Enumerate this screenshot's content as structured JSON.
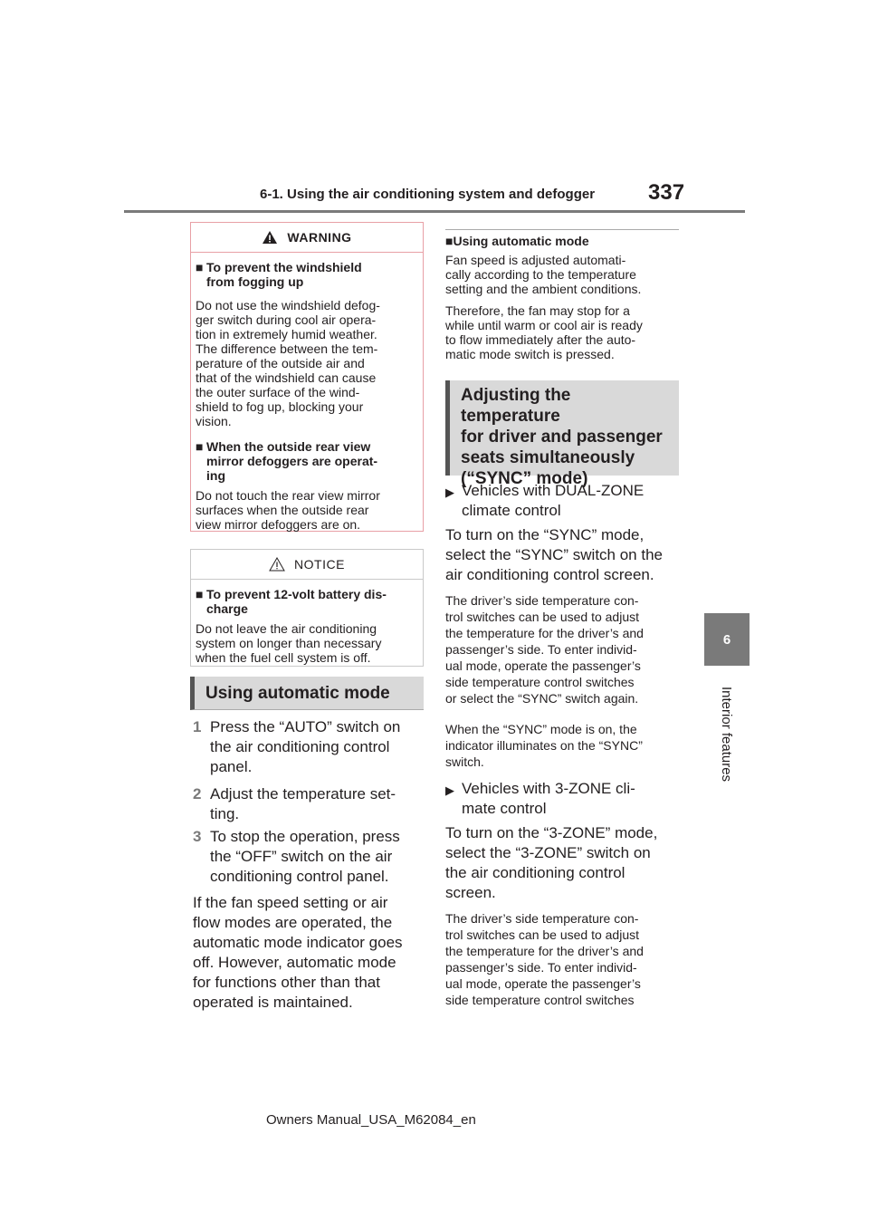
{
  "header": {
    "section_title": "6-1. Using the air conditioning system and defogger",
    "page_number": "337"
  },
  "side_tab": {
    "chapter_number": "6",
    "chapter_title": "Interior features"
  },
  "warning": {
    "title": "WARNING",
    "items": [
      {
        "heading": "To prevent the windshield from fogging up",
        "heading_lines": [
          "To prevent the windshield",
          "from fogging up"
        ],
        "body_lines": [
          "Do not use the windshield defog-",
          "ger switch during cool air opera-",
          "tion in extremely humid weather.",
          "The difference between the tem-",
          "perature of the outside air and",
          "that of the windshield can cause",
          "the outer surface of the wind-",
          "shield to fog up, blocking your",
          "vision."
        ]
      },
      {
        "heading": "When the outside rear view mirror defoggers are operating",
        "heading_lines": [
          "When the outside rear view",
          "mirror defoggers are operat-",
          "ing"
        ],
        "body_lines": [
          "Do not touch the rear view mirror",
          "surfaces when the outside rear",
          "view mirror defoggers are on."
        ]
      }
    ]
  },
  "notice": {
    "title": "NOTICE",
    "heading_lines": [
      "To prevent 12-volt battery dis-",
      "charge"
    ],
    "body_lines": [
      "Do not leave the air conditioning",
      "system on longer than necessary",
      "when the fuel cell system is off."
    ]
  },
  "section_auto": {
    "title": "Using automatic mode",
    "steps": [
      {
        "num": "1",
        "lines": [
          "Press the “AUTO” switch on",
          "the air conditioning control",
          "panel."
        ]
      },
      {
        "num": "2",
        "lines": [
          "Adjust the temperature set-",
          "ting."
        ]
      },
      {
        "num": "3",
        "lines": [
          "To stop the operation, press",
          "the “OFF” switch on the air",
          "conditioning control panel."
        ]
      }
    ],
    "paragraph_lines": [
      "If the fan speed setting or air",
      "flow modes are operated, the",
      "automatic mode indicator goes",
      "off. However, automatic mode",
      "for functions other than that",
      "operated is maintained."
    ]
  },
  "right": {
    "subheading": "Using automatic mode",
    "para1_lines": [
      "Fan speed is adjusted automati-",
      "cally according to the temperature",
      "setting and the ambient conditions."
    ],
    "para2_lines": [
      "Therefore, the fan may stop for a",
      "while until warm or cool air is ready",
      "to flow immediately after the auto-",
      "matic mode switch is pressed."
    ],
    "section_title_lines": [
      "Adjusting the temperature",
      "for driver and passenger",
      "seats simultaneously",
      "(“SYNC” mode)"
    ],
    "bullet1_lines": [
      "Vehicles with DUAL-ZONE",
      "climate control"
    ],
    "sync_lines": [
      "To turn on the “SYNC” mode,",
      "select the “SYNC” switch on the",
      "air conditioning control screen."
    ],
    "sync_note_lines": [
      "The driver’s side temperature con-",
      "trol switches can be used to adjust",
      "the temperature for the driver’s and",
      "passenger’s side. To enter individ-",
      "ual mode, operate the passenger’s",
      "side temperature control switches",
      "or select the “SYNC” switch again."
    ],
    "sync_note2_lines": [
      "When the “SYNC” mode is on, the",
      "indicator illuminates on the “SYNC”",
      "switch."
    ],
    "bullet2_lines": [
      "Vehicles with 3-ZONE cli-",
      "mate control"
    ],
    "zone_lines": [
      "To turn on the “3-ZONE” mode,",
      "select the “3-ZONE” switch on",
      "the air conditioning control",
      "screen."
    ],
    "zone_note_lines": [
      "The driver’s side temperature con-",
      "trol switches can be used to adjust",
      "the temperature for the driver’s and",
      "passenger’s side. To enter individ-",
      "ual mode, operate the passenger’s",
      "side temperature control switches"
    ]
  },
  "footer": {
    "text": "Owners Manual_USA_M62084_en"
  },
  "icons": {
    "warning": "warning-triangle-icon",
    "notice": "notice-triangle-icon",
    "square_bullet": "square-bullet-icon",
    "arrow_bullet": "arrow-bullet-icon"
  },
  "colors": {
    "warning_border": "#e8a0a6",
    "tab_gray": "#7a7a7a",
    "banner_gray": "#d9d9d9"
  }
}
